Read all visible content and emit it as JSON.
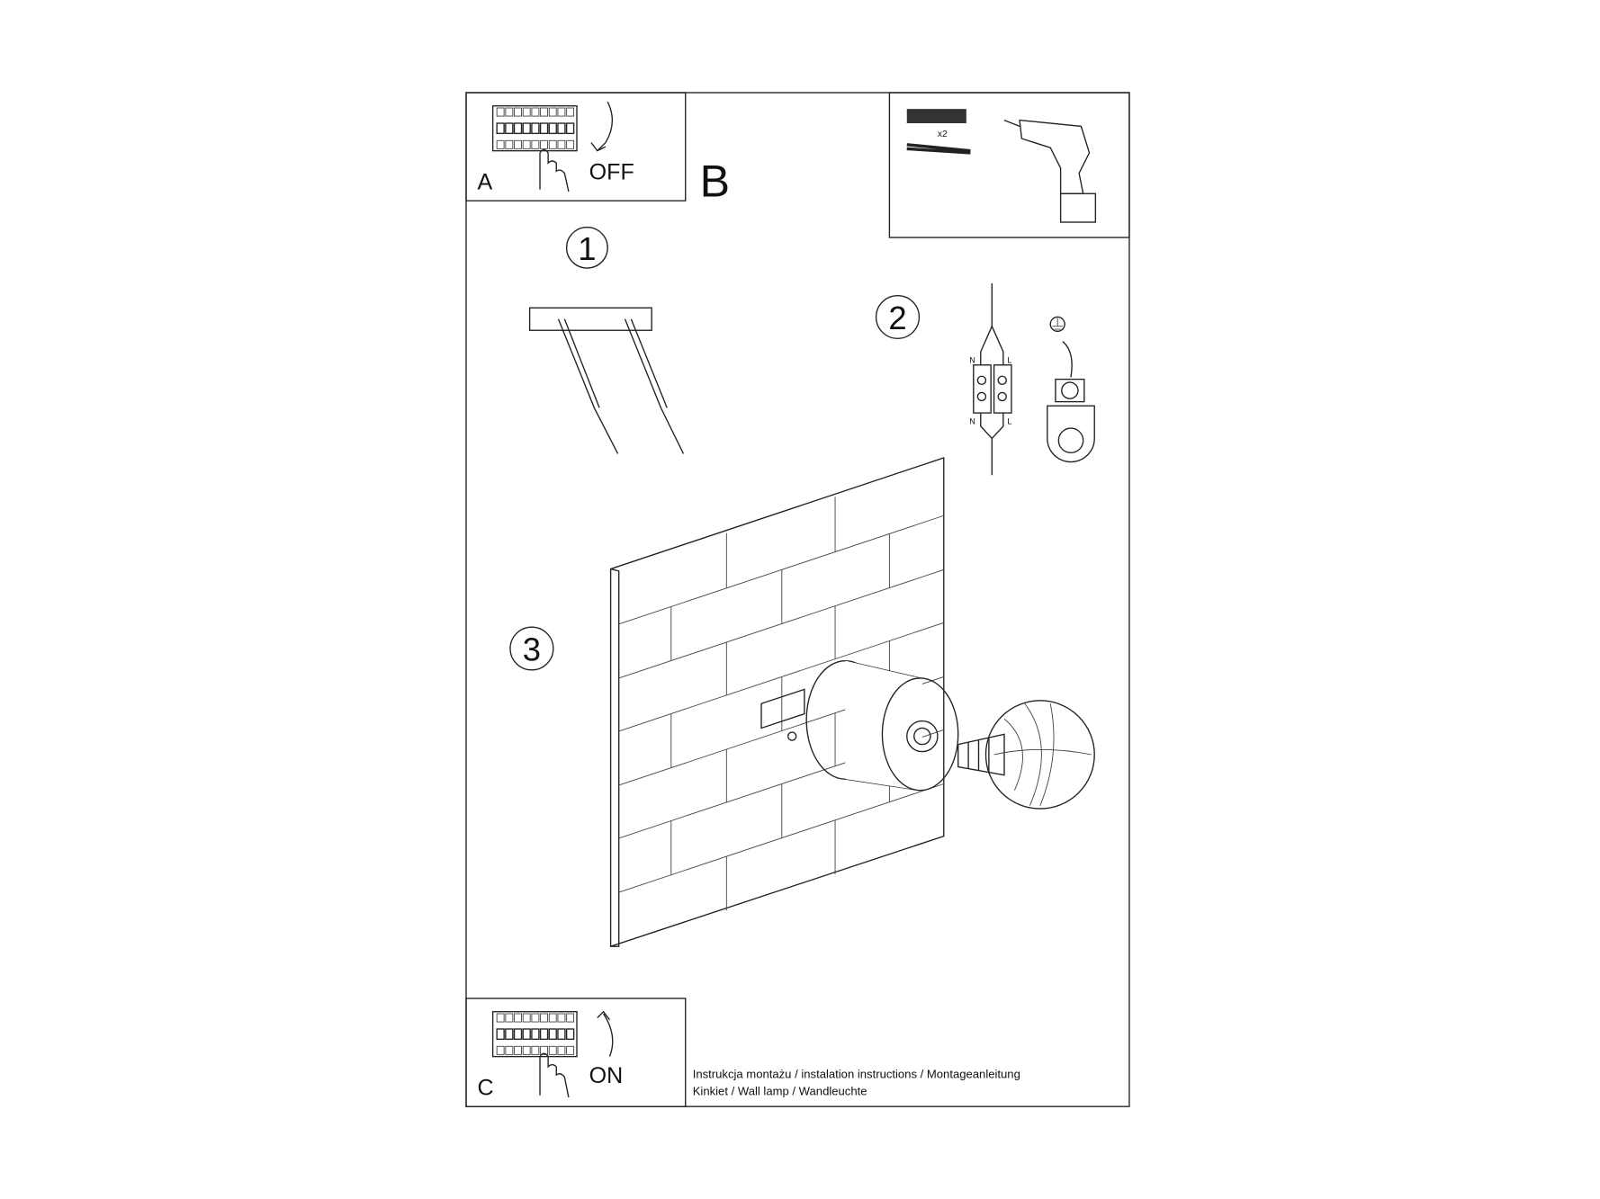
{
  "panels": {
    "a": {
      "label": "A",
      "action": "OFF"
    },
    "b": {
      "label": "B",
      "quantity": "x2"
    },
    "c": {
      "label": "C",
      "action": "ON"
    }
  },
  "steps": [
    "1",
    "2",
    "3"
  ],
  "wiring": {
    "neutral": "N",
    "live": "L"
  },
  "caption": {
    "line1": "Instrukcja montażu / instalation instructions / Montageanleitung",
    "line2": "Kinkiet / Wall lamp / Wandleuchte"
  }
}
